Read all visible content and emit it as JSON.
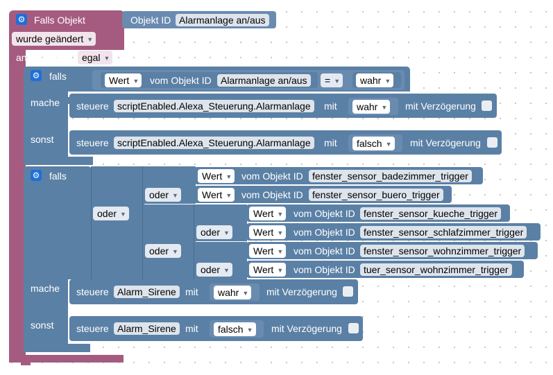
{
  "trigger": {
    "title": "Falls Objekt",
    "object_label": "Objekt ID",
    "object_value": "Alarmanlage an/aus",
    "change_mode": "wurde geändert",
    "ack_label": "anerkannt ist",
    "ack_value": "egal"
  },
  "if1": {
    "falls": "falls",
    "mache": "mache",
    "sonst": "sonst",
    "cond": {
      "type": "Wert",
      "vom_label": "vom Objekt ID",
      "object": "Alarmanlage an/aus",
      "op": "=",
      "value": "wahr"
    },
    "then": {
      "steuere": "steuere",
      "object": "scriptEnabled.Alexa_Steuerung.Alarmanlage",
      "mit": "mit",
      "value": "wahr",
      "delay_label": "mit Verzögerung"
    },
    "else": {
      "steuere": "steuere",
      "object": "scriptEnabled.Alexa_Steuerung.Alarmanlage",
      "mit": "mit",
      "value": "falsch",
      "delay_label": "mit Verzögerung"
    }
  },
  "if2": {
    "falls": "falls",
    "mache": "mache",
    "sonst": "sonst",
    "or_label": "oder",
    "wert_label": "Wert",
    "vom_label": "vom Objekt ID",
    "sensors": [
      "fenster_sensor_badezimmer_trigger",
      "fenster_sensor_buero_trigger",
      "fenster_sensor_kueche_trigger",
      "fenster_sensor_schlafzimmer_trigger",
      "fenster_sensor_wohnzimmer_trigger",
      "tuer_sensor_wohnzimmer_trigger"
    ],
    "then": {
      "steuere": "steuere",
      "object": "Alarm_Sirene",
      "mit": "mit",
      "value": "wahr",
      "delay_label": "mit Verzögerung"
    },
    "else": {
      "steuere": "steuere",
      "object": "Alarm_Sirene",
      "mit": "mit",
      "value": "falsch",
      "delay_label": "mit Verzögerung"
    }
  }
}
